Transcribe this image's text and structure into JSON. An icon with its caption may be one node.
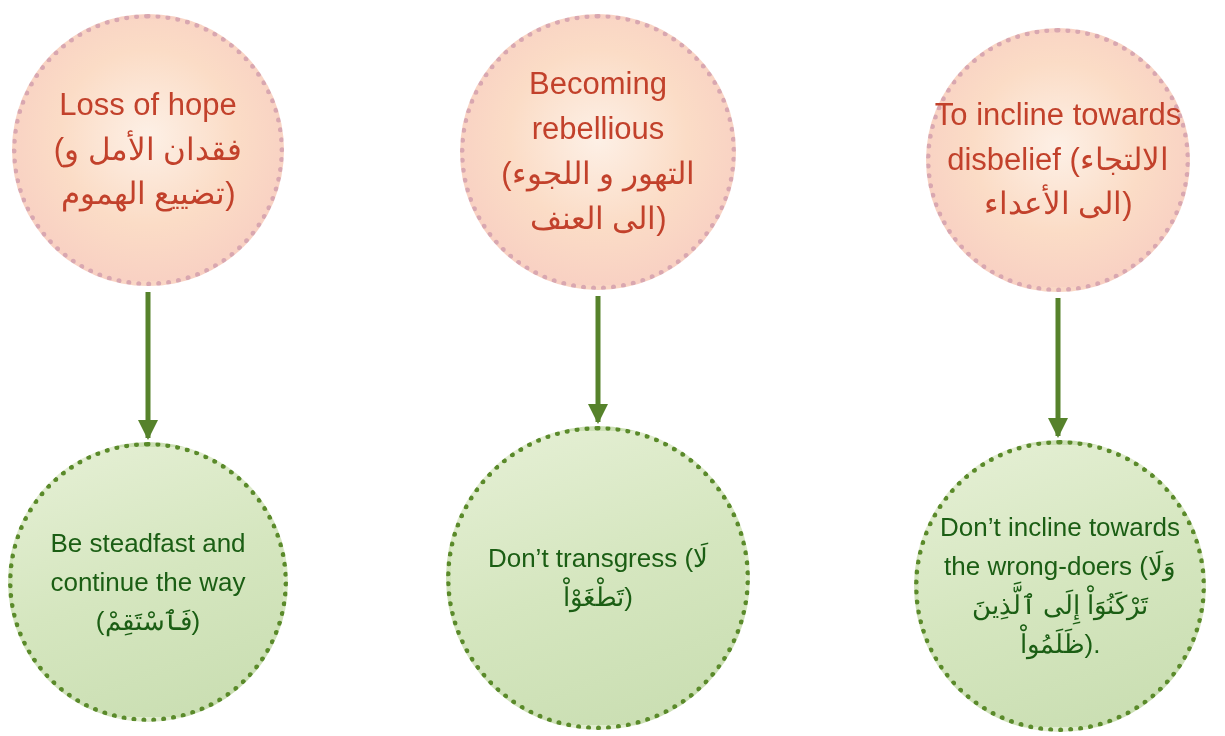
{
  "diagram": {
    "nodes": [
      {
        "text": [
          "Loss of hope (فقدان الأمل و تضييع الهموم)"
        ]
      },
      {
        "text": [
          "Becoming rebellious (التهور و اللجوء الى العنف)"
        ]
      },
      {
        "text": [
          "To incline towards disbelief (الالتجاء الى الأعداء)"
        ]
      },
      {
        "text": [
          "Be steadfast and continue the way (فَٱسْتَقِمْ)"
        ]
      },
      {
        "text": [
          "Don’t transgress (لَا تَطْغَوْاْ)"
        ]
      },
      {
        "text": [
          "Don’t incline towards the wrong-doers (وَلَا تَرْكَنُوَاْ إِلَى ٱلَّذِينَ ظَلَمُواْ)."
        ]
      }
    ],
    "edges": [
      {
        "from": 0,
        "to": 3,
        "arrow": "to"
      },
      {
        "from": 1,
        "to": 4,
        "arrow": "to"
      },
      {
        "from": 2,
        "to": 5,
        "arrow": "to"
      }
    ]
  }
}
